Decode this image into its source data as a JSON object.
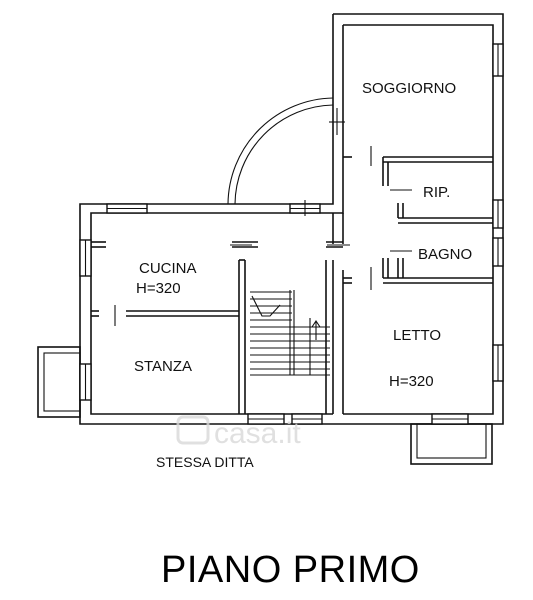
{
  "plan": {
    "title": "PIANO PRIMO",
    "note": "STESSA DITTA",
    "watermark": "casa.it",
    "rooms": {
      "soggiorno": "SOGGIORNO",
      "rip": "RIP.",
      "bagno": "BAGNO",
      "cucina": "CUCINA",
      "cucina_height": "H=320",
      "stanza": "STANZA",
      "letto": "LETTO",
      "letto_height": "H=320"
    }
  }
}
